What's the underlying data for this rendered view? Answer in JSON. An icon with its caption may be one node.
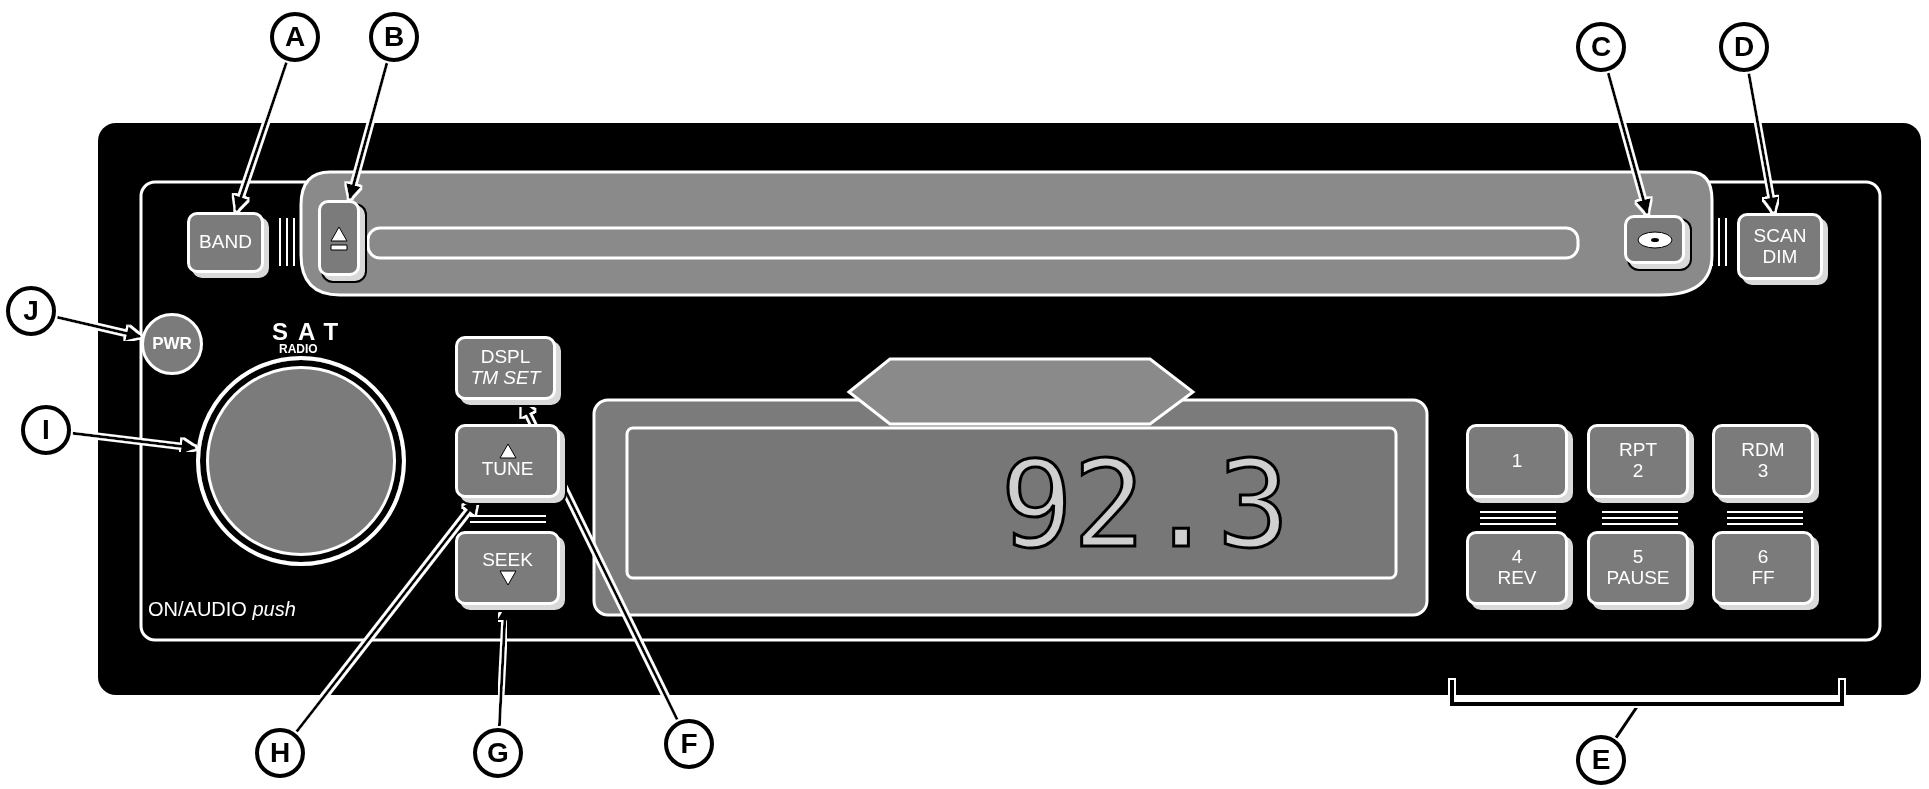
{
  "diagram": {
    "nodes": [
      {
        "text": [
          "A"
        ]
      },
      {
        "text": [
          "B"
        ]
      },
      {
        "text": [
          "C"
        ]
      },
      {
        "text": [
          "D"
        ]
      },
      {
        "text": [
          "BAND"
        ]
      },
      {
        "text": [],
        "shape": "box"
      },
      {
        "text": [],
        "shape": "box"
      },
      {
        "text": [
          "SCAN",
          "DIM"
        ]
      },
      {
        "text": [
          "J"
        ]
      },
      {
        "text": [
          "PWR"
        ]
      },
      {
        "text": [
          "DSPL",
          "TM SET"
        ]
      },
      {
        "text": [
          "I"
        ]
      },
      {
        "text": [],
        "shape": "circle"
      },
      {
        "text": [
          "TUNE"
        ]
      },
      {
        "text": [
          "92.3"
        ]
      },
      {
        "text": [
          "1"
        ]
      },
      {
        "text": [
          "RPT",
          "2"
        ]
      },
      {
        "text": [
          "RDM",
          "3"
        ]
      },
      {
        "text": [
          "SEEK"
        ]
      },
      {
        "text": [
          "4",
          "REV"
        ]
      },
      {
        "text": [
          "5",
          "PAUSE"
        ]
      },
      {
        "text": [
          "6",
          "FF"
        ]
      },
      {
        "text": [
          "H"
        ]
      },
      {
        "text": [
          "G"
        ]
      },
      {
        "text": [
          "F"
        ]
      },
      {
        "text": [
          "E"
        ]
      },
      {
        "text": [],
        "shape": "bracket"
      }
    ],
    "edges": [
      {
        "from": 0,
        "to": 4,
        "arrow": "to"
      },
      {
        "from": 1,
        "to": 5,
        "arrow": "to"
      },
      {
        "from": 2,
        "to": 6,
        "arrow": "to"
      },
      {
        "from": 3,
        "to": 7,
        "arrow": "to"
      },
      {
        "from": 8,
        "to": 9,
        "arrow": "to"
      },
      {
        "from": 11,
        "to": 12,
        "arrow": "to"
      },
      {
        "from": 22,
        "to": 13,
        "arrow": "to"
      },
      {
        "from": 23,
        "to": 18,
        "arrow": "to"
      },
      {
        "from": 24,
        "to": 10,
        "arrow": "to"
      },
      {
        "from": 25,
        "to": 26,
        "arrow": "none"
      }
    ],
    "labels": [
      "SAT",
      "RADIO",
      "ON/AUDIO *push*"
    ]
  }
}
